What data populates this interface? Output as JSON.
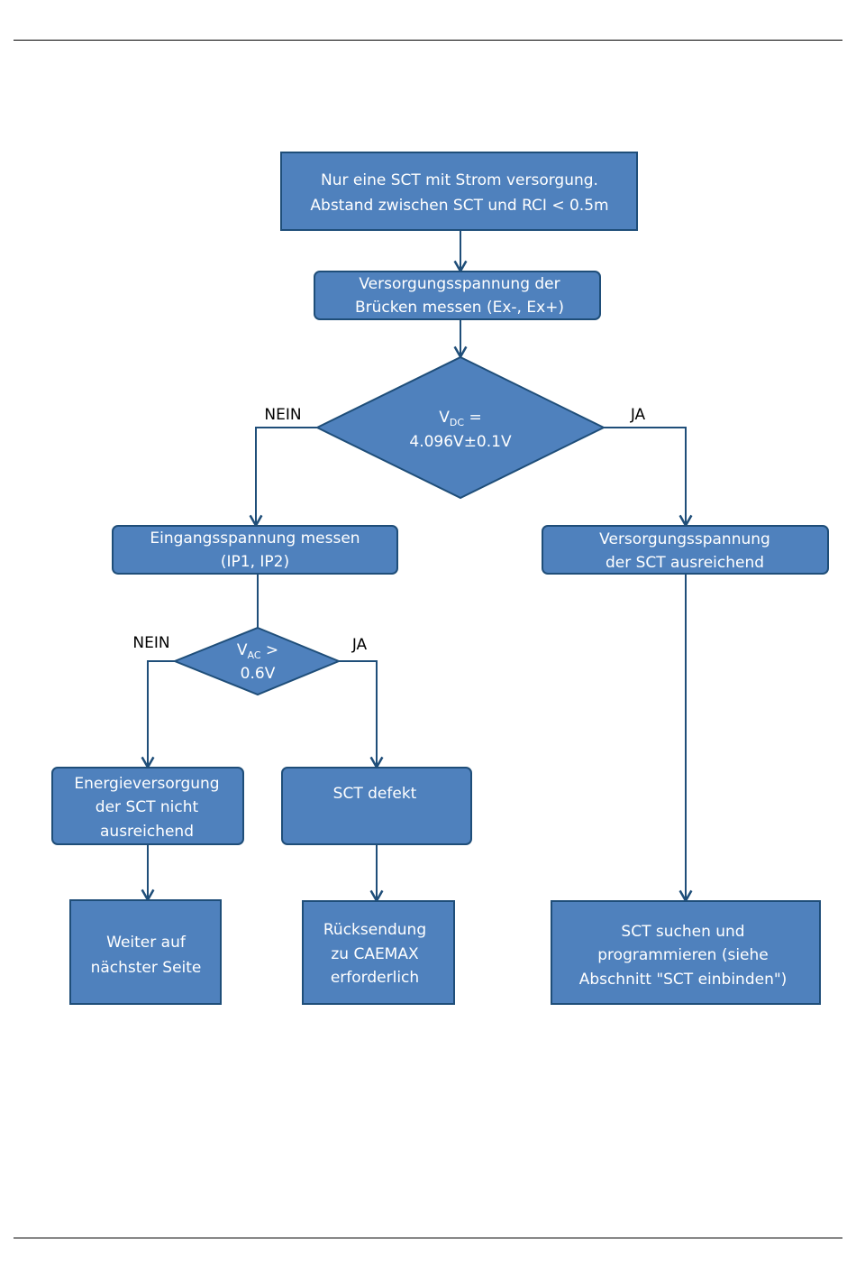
{
  "colors": {
    "node_fill": "#4f81bd",
    "node_stroke": "#1f4e79",
    "connector": "#1f4e79",
    "text_on_node": "#ffffff",
    "label_text": "#000000"
  },
  "nodes": {
    "start": {
      "lines": [
        "Nur eine SCT mit Strom versorgung.",
        "Abstand zwischen SCT und RCI < 0.5m"
      ]
    },
    "measure_bridge": {
      "lines": [
        "Versorgungsspannung der",
        "Brücken messen (Ex-, Ex+)"
      ]
    },
    "decision_vdc": {
      "symbol": "V",
      "subscript": "DC",
      "operator": " =",
      "value": "4.096V±0.1V"
    },
    "measure_input": {
      "lines": [
        "Eingangsspannung messen",
        "(IP1, IP2)"
      ]
    },
    "supply_ok": {
      "lines": [
        "Versorgungsspannung",
        "der SCT ausreichend"
      ]
    },
    "decision_vac": {
      "symbol": "V",
      "subscript": "AC",
      "operator": " >",
      "value": "0.6V"
    },
    "energy_insufficient": {
      "lines": [
        "Energieversorgung",
        "der SCT nicht",
        "ausreichend"
      ]
    },
    "sct_defect": {
      "lines": [
        "SCT defekt"
      ]
    },
    "next_page": {
      "lines": [
        "Weiter auf",
        "nächster Seite"
      ]
    },
    "return_caemax": {
      "lines": [
        "Rücksendung",
        "zu CAEMAX",
        "erforderlich"
      ]
    },
    "search_program": {
      "lines": [
        "SCT suchen und",
        "programmieren (siehe",
        "Abschnitt \"SCT einbinden\")"
      ]
    }
  },
  "branch_labels": {
    "vdc_no": "NEIN",
    "vdc_yes": "JA",
    "vac_no": "NEIN",
    "vac_yes": "JA"
  }
}
